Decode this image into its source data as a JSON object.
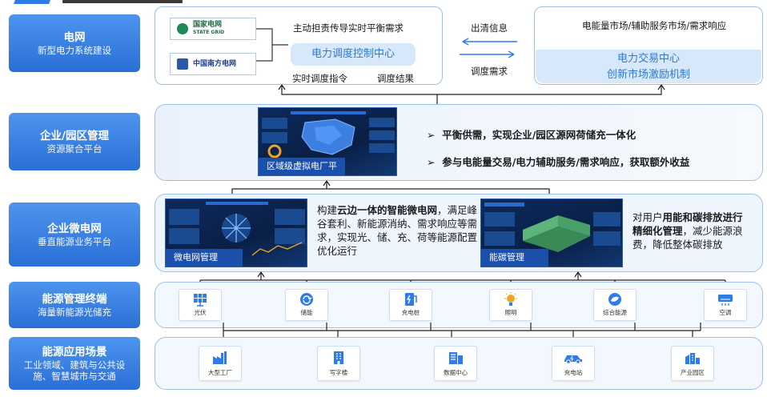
{
  "colors": {
    "accent": "#2f7ce8",
    "panel_border": "#9cc0ec",
    "panel_bg": "#eef5fd",
    "highlight_text": "#2a7ad6"
  },
  "rows": [
    {
      "title": "电网",
      "subtitle": "新型电力系统建设"
    },
    {
      "title": "企业/园区管理",
      "subtitle": "资源聚合平台"
    },
    {
      "title": "企业微电网",
      "subtitle": "垂直能源业务平台"
    },
    {
      "title": "能源管理终端",
      "subtitle": "海量新能源光储充"
    },
    {
      "title": "能源应用场景",
      "subtitle": "工业领域、建筑与公共设施、智慧城市与交通"
    }
  ],
  "grid": {
    "logo_state_grid": "国家电网",
    "logo_state_grid_en": "STATE GRID",
    "logo_csg": "中国南方电网",
    "top_text": "主动担责传导实时平衡需求",
    "control_center": "电力调度控制中心",
    "left_caption": "实时调度指令",
    "right_caption": "调度结果",
    "arrow_top": "出清信息",
    "arrow_bottom": "调度需求",
    "market_text": "电能量市场/辅助服务市场/需求响应",
    "trade_center": "电力交易中心",
    "incentive": "创新市场激励机制"
  },
  "enterprise": {
    "screen_label": "区域级虚拟电厂平台",
    "bullet_marker": "➢",
    "bullet1": "平衡供需，实现企业/园区源网荷储充一体化",
    "bullet2": "参与电能量交易/电力辅助服务/需求响应，获取额外收益"
  },
  "microgrid": {
    "screen1_label": "微电网管理",
    "screen2_label": "能碳管理",
    "text1_prefix": "构建",
    "text1_bold": "云边一体的智能微电网",
    "text1_rest": "，满足峰谷套利、新能源消纳、需求响应等需求，实现光、储、充、荷等能源配置优化运行",
    "text2_prefix": "对用户",
    "text2_bold": "用能和碳排放进行精细化管理",
    "text2_rest": "，减少能源浪费，降低整体碳排放"
  },
  "devices": [
    {
      "name": "光伏",
      "icon": "solar-panel-icon"
    },
    {
      "name": "储能",
      "icon": "energy-storage-icon"
    },
    {
      "name": "充电桩",
      "icon": "charging-pile-icon"
    },
    {
      "name": "照明",
      "icon": "lighting-icon"
    },
    {
      "name": "综合能源",
      "icon": "integrated-energy-icon"
    },
    {
      "name": "空调",
      "icon": "air-conditioner-icon"
    }
  ],
  "scenes": [
    {
      "name": "大型工厂",
      "icon": "factory-icon"
    },
    {
      "name": "写字楼",
      "icon": "office-building-icon"
    },
    {
      "name": "数据中心",
      "icon": "data-center-icon"
    },
    {
      "name": "充电站",
      "icon": "charging-station-icon"
    },
    {
      "name": "产业园区",
      "icon": "industrial-park-icon"
    }
  ]
}
